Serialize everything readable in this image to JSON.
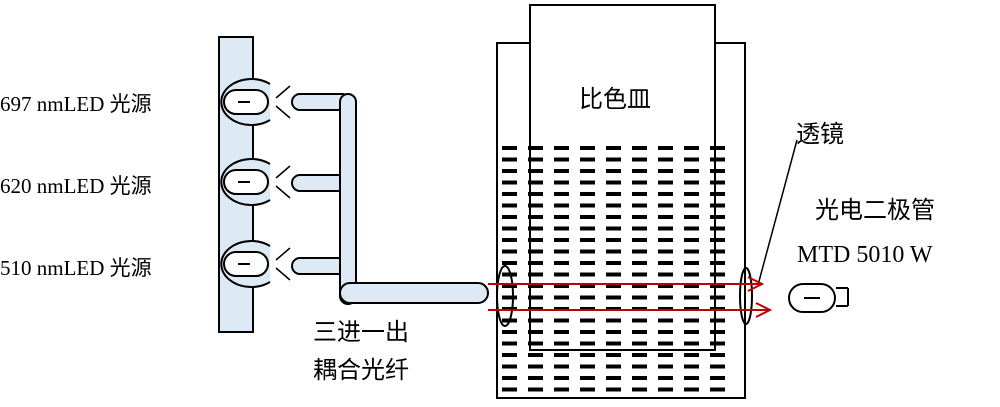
{
  "sources": [
    {
      "label": "697 nmLED 光源"
    },
    {
      "label": "620 nmLED 光源"
    },
    {
      "label": "510 nmLED 光源"
    }
  ],
  "coupler": {
    "line1": "三进一出",
    "line2": "耦合光纤"
  },
  "cuvette": {
    "label": "比色皿"
  },
  "lens": {
    "label": "透镜"
  },
  "photodiode": {
    "line1": "光电二极管",
    "line2": "MTD 5010 W"
  },
  "colors": {
    "beam": "#c00000",
    "stroke": "#000000",
    "panel": "#dde9f5",
    "liquid": "#000000"
  }
}
